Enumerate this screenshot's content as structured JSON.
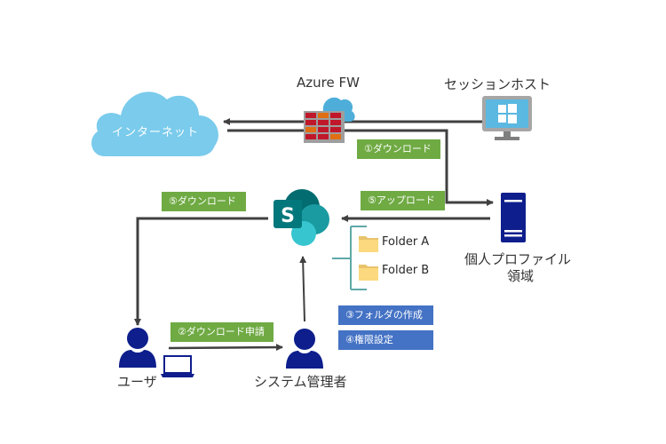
{
  "nodes": {
    "internet": {
      "label": "インターネット"
    },
    "azure_fw": {
      "label": "Azure FW"
    },
    "session_host": {
      "label": "セッションホスト"
    },
    "sharepoint": {
      "label": ""
    },
    "profile_storage": {
      "label_line1": "個人プロファイル",
      "label_line2": "領域"
    },
    "user": {
      "label": "ユーザ"
    },
    "admin": {
      "label": "システム管理者"
    }
  },
  "folders": [
    {
      "label": "Folder A"
    },
    {
      "label": "Folder B"
    }
  ],
  "steps": {
    "step1": "①ダウンロード",
    "step2": "②ダウンロード申請",
    "step3": "③フォルダの作成",
    "step4": "④権限設定",
    "step5_upload": "⑤アップロード",
    "step5_download": "⑤ダウンロード"
  },
  "colors": {
    "cloud": "#7acbec",
    "step_green": "#6faa43",
    "step_blue": "#4472c4",
    "person": "#0e1e8c",
    "sharepoint_dark": "#036c70",
    "sharepoint_mid": "#1a9ba1",
    "sharepoint_light": "#37c6d0",
    "arrow": "#404040"
  }
}
